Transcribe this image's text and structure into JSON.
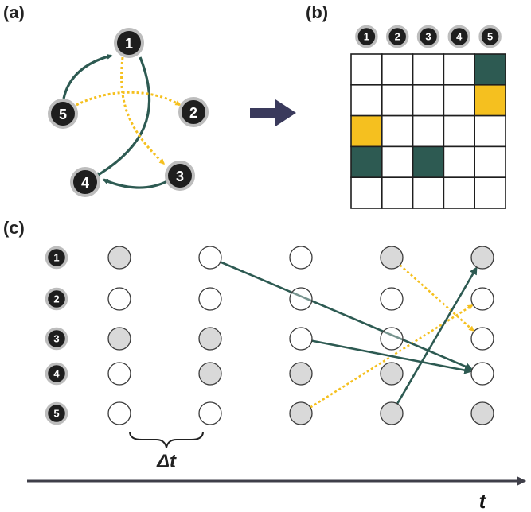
{
  "panel_labels": {
    "a": "(a)",
    "b": "(b)",
    "c": "(c)"
  },
  "nodes": [
    "1",
    "2",
    "3",
    "4",
    "5"
  ],
  "colors": {
    "teal": "#2d5a52",
    "yellow": "#f5c01f",
    "node_fill": "#1e1e1e",
    "node_ring": "#bdbdbd",
    "time_node_gray": "#d9d9d9",
    "arrow_gray": "#3f3f49",
    "arrow_navy": "#3a3a5c"
  },
  "graph_a": {
    "solid_edges": [
      [
        "5",
        "1"
      ],
      [
        "1",
        "4"
      ],
      [
        "3",
        "4"
      ]
    ],
    "dotted_edges": [
      [
        "5",
        "2"
      ],
      [
        "1",
        "3"
      ]
    ]
  },
  "matrix_b": {
    "header": [
      "1",
      "2",
      "3",
      "4",
      "5"
    ],
    "cells": [
      [
        "",
        "",
        "",
        "",
        "teal"
      ],
      [
        "",
        "",
        "",
        "",
        "yellow"
      ],
      [
        "yellow",
        "",
        "",
        "",
        ""
      ],
      [
        "teal",
        "",
        "teal",
        "",
        ""
      ],
      [
        "",
        "",
        "",
        "",
        ""
      ]
    ]
  },
  "time_panel": {
    "row_labels": [
      "1",
      "2",
      "3",
      "4",
      "5"
    ],
    "columns": [
      [
        "gray",
        "white",
        "gray",
        "white",
        "white"
      ],
      [
        "white",
        "white",
        "gray",
        "gray",
        "white"
      ],
      [
        "white",
        "white",
        "white",
        "gray",
        "gray"
      ],
      [
        "gray",
        "white",
        "white",
        "gray",
        "gray"
      ],
      [
        "gray",
        "white",
        "white",
        "white",
        "gray"
      ]
    ],
    "solid_edges": [
      {
        "from": [
          1,
          0
        ],
        "to": [
          4,
          3
        ]
      },
      {
        "from": [
          2,
          2
        ],
        "to": [
          4,
          3
        ]
      },
      {
        "from": [
          3,
          4
        ],
        "to": [
          4,
          0
        ]
      }
    ],
    "dotted_edges": [
      {
        "from": [
          3,
          0
        ],
        "to": [
          4,
          2
        ]
      },
      {
        "from": [
          2,
          4
        ],
        "to": [
          4,
          1
        ]
      }
    ],
    "delta_label": "Δt",
    "axis_label": "t"
  }
}
